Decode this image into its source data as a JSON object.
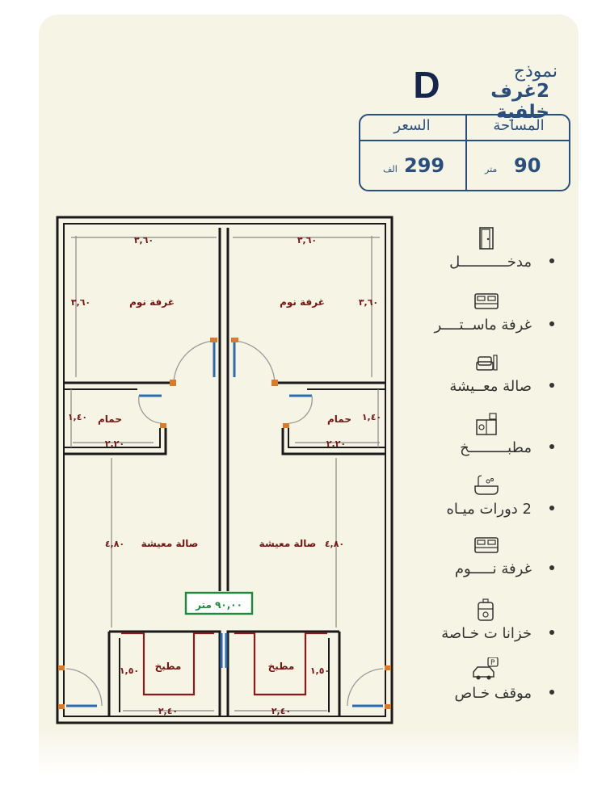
{
  "header": {
    "model_word": "نموذج",
    "model_letter": "D",
    "model_sub": "2غرف خلفية"
  },
  "specs": {
    "area_label": "المساحة",
    "price_label": "السعر",
    "area_value": "90",
    "area_unit": "متر",
    "price_value": "299",
    "price_unit": "الف"
  },
  "features": [
    {
      "label": "مدخـــــــــــل",
      "icon": "door-icon"
    },
    {
      "label": "غرفة ماســتــــر",
      "icon": "bed-icon"
    },
    {
      "label": "صالة معــيشة",
      "icon": "sofa-icon"
    },
    {
      "label": "مطبـــــــــخ",
      "icon": "kitchen-icon"
    },
    {
      "label": "2 دورات ميـاه",
      "icon": "bathtub-icon"
    },
    {
      "label": "غرفة نـــــوم",
      "icon": "bed-icon"
    },
    {
      "label": "خزانا ت خـاصة",
      "icon": "tank-icon"
    },
    {
      "label": "موقف خـاص",
      "icon": "parking-car-icon"
    }
  ],
  "plan": {
    "bedroom_label": "غرفة نوم",
    "bath_label": "حمام",
    "living_label": "صالة معيشة",
    "kitchen_label": "مطبخ",
    "bedroom_width": "٣,٦٠",
    "bedroom_depth": "٣,٦٠",
    "bath_width": "٢,٢٠",
    "bath_depth": "١,٤٠",
    "living_depth": "٤,٨٠",
    "kitchen_width": "٢,٤٠",
    "kitchen_depth": "١,٥٠",
    "total_area": "٩٠,٠٠ متر"
  },
  "colors": {
    "accent": "#2a4f7e",
    "wall": "#1a1a1a",
    "label": "#7a1414",
    "kitchen_outline": "#8b1a1a",
    "area_badge": "#1d8a3c",
    "door": "#2c6bb0",
    "door_end": "#d97b2a"
  }
}
